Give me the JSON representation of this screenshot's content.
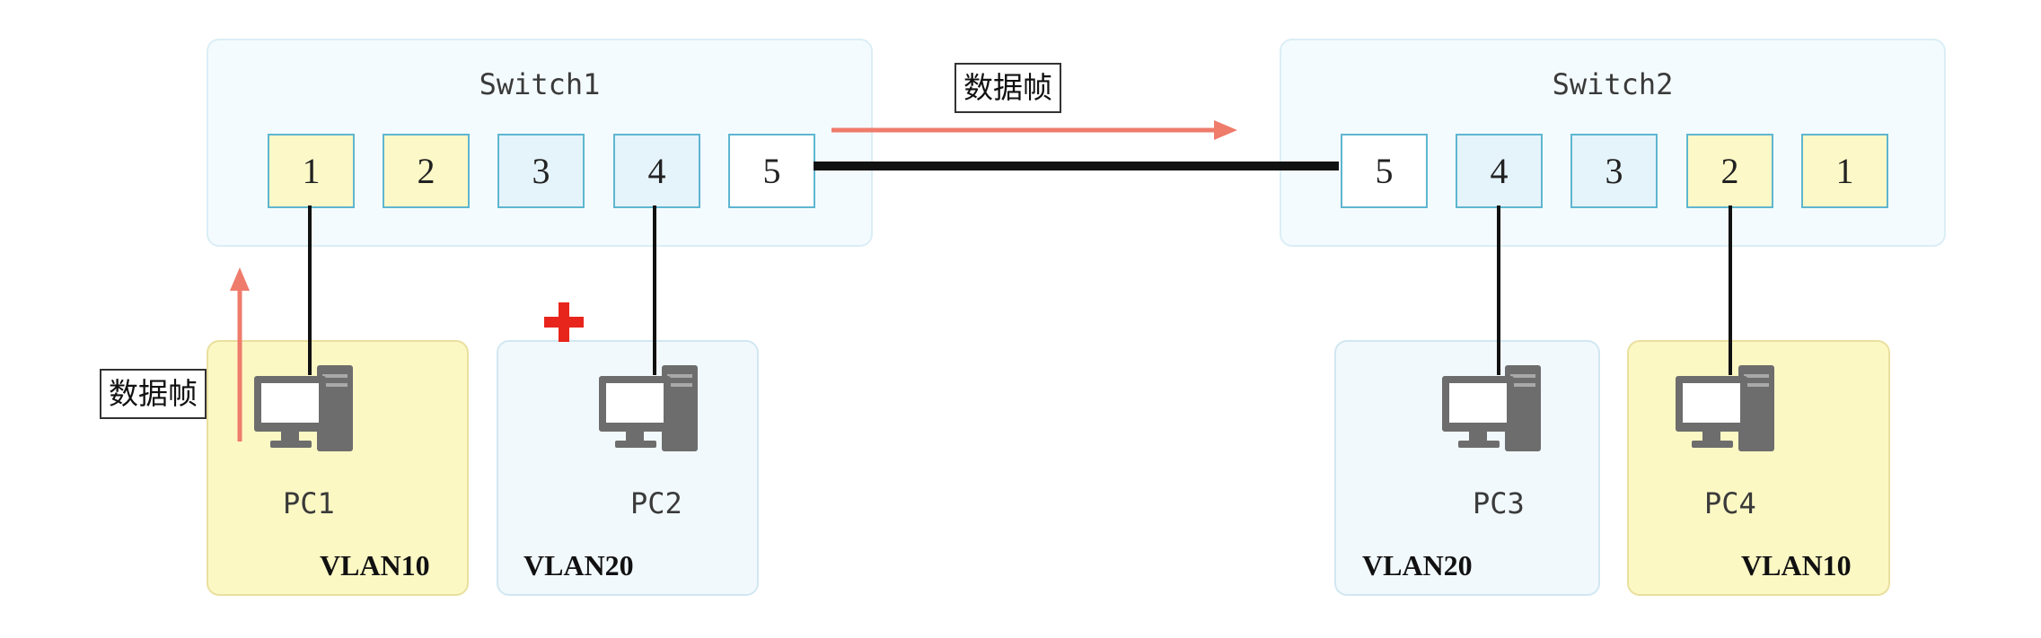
{
  "switch1": {
    "title": "Switch1",
    "ports": [
      "1",
      "2",
      "3",
      "4",
      "5"
    ]
  },
  "switch2": {
    "title": "Switch2",
    "ports": [
      "5",
      "4",
      "3",
      "2",
      "1"
    ]
  },
  "frame_label_top": "数据帧",
  "frame_label_left": "数据帧",
  "pcs": [
    {
      "name": "PC1",
      "vlan": "VLAN10"
    },
    {
      "name": "PC2",
      "vlan": "VLAN20"
    },
    {
      "name": "PC3",
      "vlan": "VLAN20"
    },
    {
      "name": "PC4",
      "vlan": "VLAN10"
    }
  ],
  "colors": {
    "vlan10_fill": "#fcf8c4",
    "vlan20_fill": "#f2f9fd",
    "arrow": "#ef7b6b",
    "blocked_marker": "#e8251c",
    "link": "#111111"
  },
  "icons": [
    "computer-icon",
    "red-cross-icon",
    "arrow-right-icon",
    "arrow-up-icon"
  ]
}
